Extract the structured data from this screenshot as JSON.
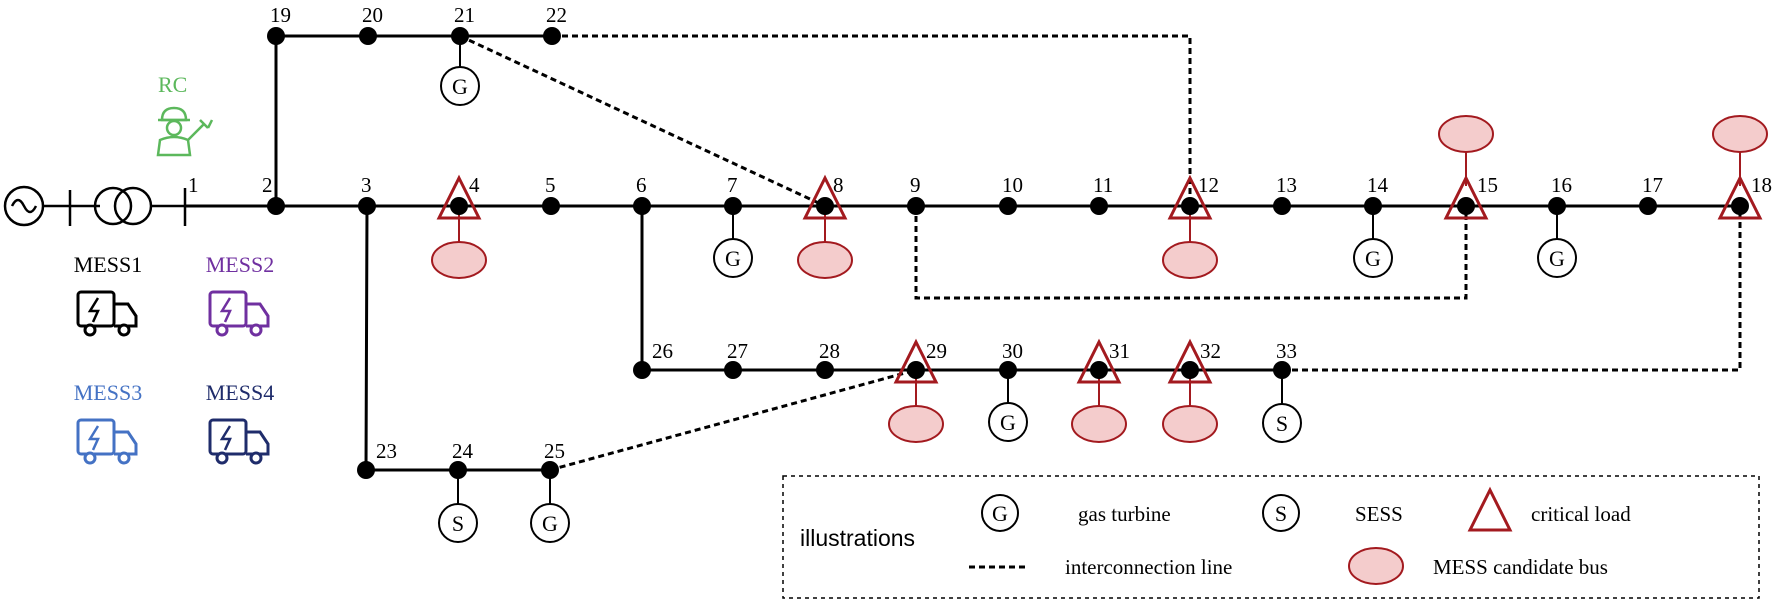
{
  "buses": [
    {
      "label": "1"
    },
    {
      "label": "2"
    },
    {
      "label": "3"
    },
    {
      "label": "4"
    },
    {
      "label": "5"
    },
    {
      "label": "6"
    },
    {
      "label": "7"
    },
    {
      "label": "8"
    },
    {
      "label": "9"
    },
    {
      "label": "10"
    },
    {
      "label": "11"
    },
    {
      "label": "12"
    },
    {
      "label": "13"
    },
    {
      "label": "14"
    },
    {
      "label": "15"
    },
    {
      "label": "16"
    },
    {
      "label": "17"
    },
    {
      "label": "18"
    },
    {
      "label": "19"
    },
    {
      "label": "20"
    },
    {
      "label": "21"
    },
    {
      "label": "22"
    },
    {
      "label": "23"
    },
    {
      "label": "24"
    },
    {
      "label": "25"
    },
    {
      "label": "26"
    },
    {
      "label": "27"
    },
    {
      "label": "28"
    },
    {
      "label": "29"
    },
    {
      "label": "30"
    },
    {
      "label": "31"
    },
    {
      "label": "32"
    },
    {
      "label": "33"
    }
  ],
  "gas_turbine_buses": [
    "7",
    "14",
    "16",
    "21",
    "25",
    "30"
  ],
  "sess_buses": [
    "24",
    "33"
  ],
  "critical_load_buses": [
    "4",
    "8",
    "12",
    "15",
    "18",
    "29",
    "31",
    "32"
  ],
  "interconnection_lines": [
    [
      "8",
      "21"
    ],
    [
      "12",
      "22"
    ],
    [
      "9",
      "15"
    ],
    [
      "18",
      "33"
    ],
    [
      "25",
      "29"
    ]
  ],
  "rc": {
    "label": "RC",
    "color": "#5cb85c",
    "icon": "repair-crew-icon"
  },
  "mess": [
    {
      "label": "MESS1",
      "color": "#000000",
      "icon": "truck-icon"
    },
    {
      "label": "MESS2",
      "color": "#7030a0",
      "icon": "truck-icon"
    },
    {
      "label": "MESS3",
      "color": "#4472c4",
      "icon": "truck-icon"
    },
    {
      "label": "MESS4",
      "color": "#1f2c6b",
      "icon": "truck-icon"
    }
  ],
  "symbols": {
    "gas_turbine": "G",
    "sess": "S"
  },
  "legend": {
    "title": "illustrations",
    "gas_turbine": "gas turbine",
    "sess": "SESS",
    "critical_load": "critical load",
    "interconnection": "interconnection line",
    "mess_candidate": "MESS candidate bus"
  },
  "colors": {
    "critical": "#a31a1f",
    "candidate_fill": "#f4cccc",
    "line": "#000000"
  }
}
